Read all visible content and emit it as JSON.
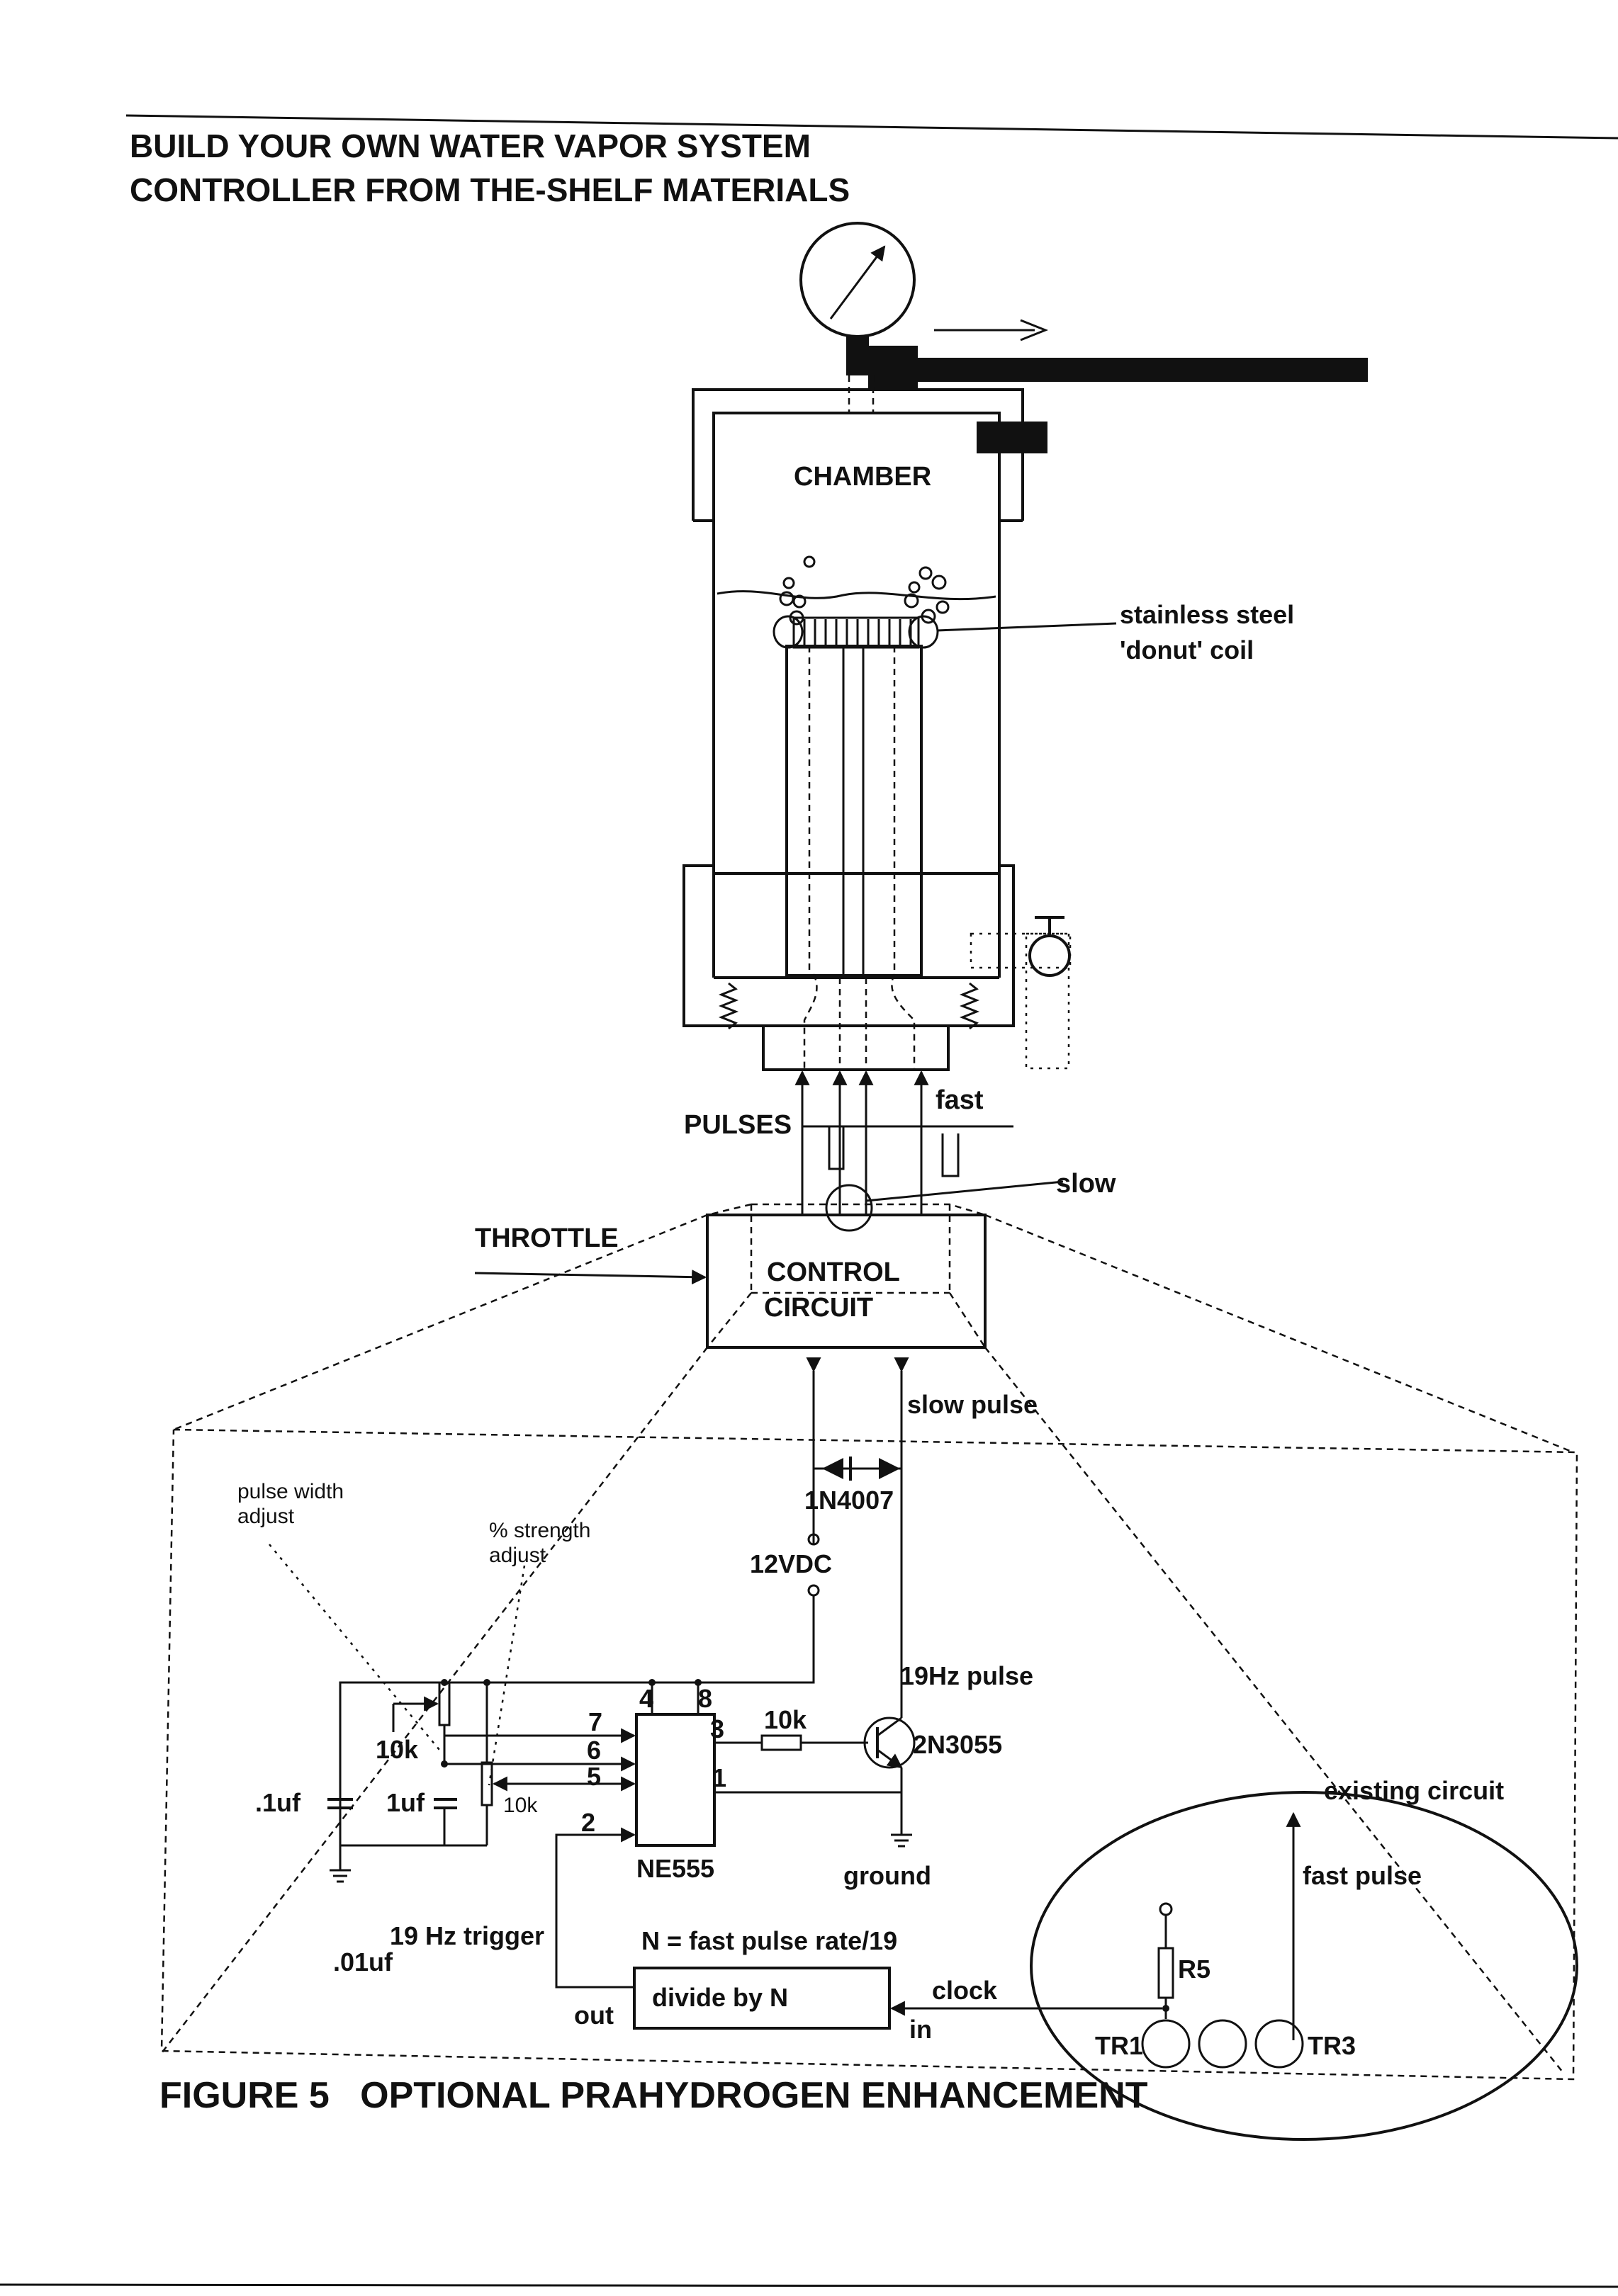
{
  "header": {
    "line1": "BUILD YOUR OWN WATER VAPOR SYSTEM",
    "line2": "CONTROLLER FROM THE-SHELF MATERIALS"
  },
  "chamber": {
    "label": "CHAMBER",
    "coil_label_1": "stainless steel",
    "coil_label_2": "'donut' coil"
  },
  "signals": {
    "pulses": "PULSES",
    "fast": "fast",
    "slow": "slow",
    "throttle": "THROTTLE"
  },
  "control": {
    "line1": "CONTROL",
    "line2": "CIRCUIT"
  },
  "circuit": {
    "slow_pulse": "slow pulse",
    "diode": "1N4007",
    "supply": "12VDC",
    "pulse_19hz": "19Hz pulse",
    "pulse_width_1": "pulse width",
    "pulse_width_2": "adjust",
    "strength_1": "% strength",
    "strength_2": "adjust",
    "pin4": "4",
    "pin8": "8",
    "pin7": "7",
    "pin6": "6",
    "pin5": "5",
    "pin3": "3",
    "pin1": "1",
    "pin2": "2",
    "r_10k_a": "10k",
    "r_10k_b": "10k",
    "r_10k_c": "10k",
    "transistor": "2N3055",
    "cap_1": ".1uf",
    "cap_2": "1uf",
    "chip": "NE555",
    "ground": "ground",
    "trigger": "19 Hz trigger",
    "cap_3": ".01uf",
    "n_formula": "N = fast pulse rate/19",
    "divider": "divide by N",
    "out": "out",
    "in": "in",
    "clock": "clock",
    "existing": "existing circuit",
    "fast_pulse": "fast pulse",
    "r5": "R5",
    "tr1": "TR1",
    "tr3": "TR3"
  },
  "caption": "FIGURE 5   OPTIONAL PRAHYDROGEN ENHANCEMENT"
}
